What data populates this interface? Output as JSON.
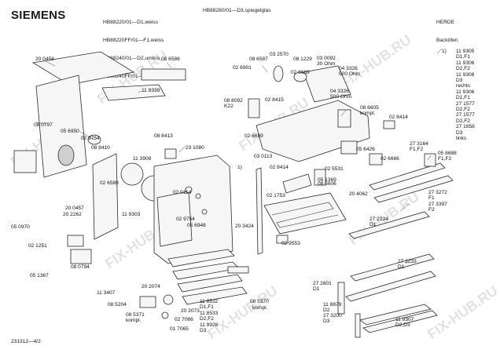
{
  "header": {
    "brand": "SIEMENS",
    "models_left": [
      "HB88220/01—D1,weiss",
      "HB88220FF/01—F1,weiss",
      "HB88240/01—D2,umbra",
      "HB88240FF/01—F2,umbra"
    ],
    "model_right": "HB88280/01—D3,spiegelglas",
    "category": [
      "HERDE",
      "Backöfen"
    ]
  },
  "footer": {
    "drawing_number": "231312—4/2"
  },
  "watermark": "FIX-HUB.RU",
  "footnote": {
    "marker": "1)",
    "variants": [
      "11 9305",
      "D1,F1",
      "11 9306",
      "D2,F2",
      "11 9308",
      "D3",
      "rechts",
      "11 9306",
      "D1,F1",
      "27 1577",
      "D2,F2",
      "27 1577",
      "D2,F2",
      "27 1658",
      "D3",
      "links"
    ]
  },
  "parts": [
    {
      "id": "20 0458"
    },
    {
      "id": "08 6586"
    },
    {
      "id": "11 9339"
    },
    {
      "id": "08 0797"
    },
    {
      "id": "05 6950"
    },
    {
      "id": "02 9754"
    },
    {
      "id": "08 8410"
    },
    {
      "id": "11 3908"
    },
    {
      "id": "08 8413"
    },
    {
      "id": "23 1080"
    },
    {
      "id": "02 6589"
    },
    {
      "id": "20 0457"
    },
    {
      "id": "20 2262"
    },
    {
      "id": "11 9303"
    },
    {
      "id": "02 0114"
    },
    {
      "id": "02 9754"
    },
    {
      "id": "05 6948"
    },
    {
      "id": "20 3424"
    },
    {
      "id": "05 0970"
    },
    {
      "id": "02 1251"
    },
    {
      "id": "08 0794"
    },
    {
      "id": "05 1367"
    },
    {
      "id": "20 2074"
    },
    {
      "id": "11 3407"
    },
    {
      "id": "20 2073"
    },
    {
      "id": "08 5204"
    },
    {
      "id": "08 5371"
    },
    {
      "id": "kompl."
    },
    {
      "id": "02 7066"
    },
    {
      "id": "01 7065"
    },
    {
      "id": "08 5370"
    },
    {
      "id": "kompl."
    },
    {
      "id": "08 6587"
    },
    {
      "id": "03 2570"
    },
    {
      "id": "08 1229"
    },
    {
      "id": "03 0092"
    },
    {
      "id": "30 Ohm"
    },
    {
      "id": "02 6901"
    },
    {
      "id": "02 6689"
    },
    {
      "id": "04 3326"
    },
    {
      "id": "500 Ohm"
    },
    {
      "id": "02 8415"
    },
    {
      "id": "04 3326"
    },
    {
      "id": "500 Ohm"
    },
    {
      "id": "08 8092"
    },
    {
      "id": "K22"
    },
    {
      "id": "08 6605"
    },
    {
      "id": "kompl."
    },
    {
      "id": "02 8414"
    },
    {
      "id": "02 6689"
    },
    {
      "id": "05 6426"
    },
    {
      "id": "03 0113"
    },
    {
      "id": "02 8414"
    },
    {
      "id": "02 5531"
    },
    {
      "id": "02 6666"
    },
    {
      "id": "08 6606"
    },
    {
      "id": "02 1753"
    },
    {
      "id": "05 1369"
    },
    {
      "id": "20 4062"
    },
    {
      "id": "02 9553"
    },
    {
      "id": "27 3164"
    },
    {
      "id": "F1,F2"
    },
    {
      "id": "05 8688"
    },
    {
      "id": "F1,F2"
    },
    {
      "id": "27 3272"
    },
    {
      "id": "F1"
    },
    {
      "id": "27 3397"
    },
    {
      "id": "F2"
    },
    {
      "id": "27 2234"
    },
    {
      "id": "D1"
    },
    {
      "id": "27 2233"
    },
    {
      "id": "D1"
    },
    {
      "id": "27 2801"
    },
    {
      "id": "D1"
    },
    {
      "id": "11 8532"
    },
    {
      "id": "D1,F1"
    },
    {
      "id": "11 8533"
    },
    {
      "id": "D2,F2"
    },
    {
      "id": "11 9926"
    },
    {
      "id": "D3"
    },
    {
      "id": "11 8879"
    },
    {
      "id": "D2"
    },
    {
      "id": "27 3200"
    },
    {
      "id": "D3"
    },
    {
      "id": "11 9307"
    },
    {
      "id": "D2,D3"
    },
    {
      "id": "1)"
    }
  ]
}
